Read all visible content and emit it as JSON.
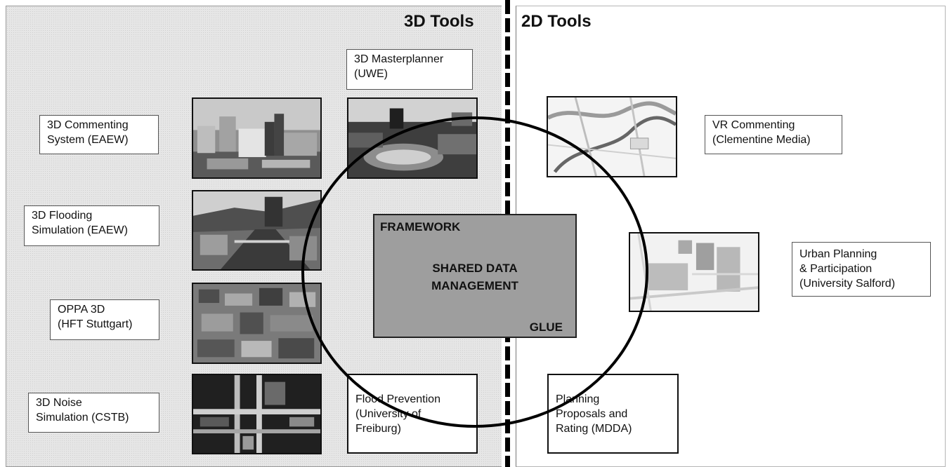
{
  "headings": {
    "tools_3d": "3D Tools",
    "tools_2d": "2D Tools"
  },
  "framework": {
    "title": "FRAMEWORK",
    "center_line1": "SHARED DATA",
    "center_line2": "MANAGEMENT",
    "corner": "GLUE"
  },
  "tools_3d": [
    {
      "label": "3D Commenting\nSystem (EAEW)"
    },
    {
      "label": "3D Flooding\nSimulation (EAEW)"
    },
    {
      "label": "OPPA 3D\n(HFT Stuttgart)"
    },
    {
      "label": "3D Noise\nSimulation (CSTB)"
    },
    {
      "label": "3D Masterplanner\n(UWE)"
    },
    {
      "label": "Flood Prevention\n(University of\nFreiburg)"
    }
  ],
  "tools_2d": [
    {
      "label": "VR Commenting\n(Clementine Media)"
    },
    {
      "label": "Urban Planning\n& Participation\n(University Salford)"
    },
    {
      "label": "Planning\nProposals and\nRating (MDDA)"
    }
  ],
  "colors": {
    "framework_fill": "#9e9e9e",
    "panel_3d_bg": "#e6e6e6",
    "line": "#000000"
  }
}
